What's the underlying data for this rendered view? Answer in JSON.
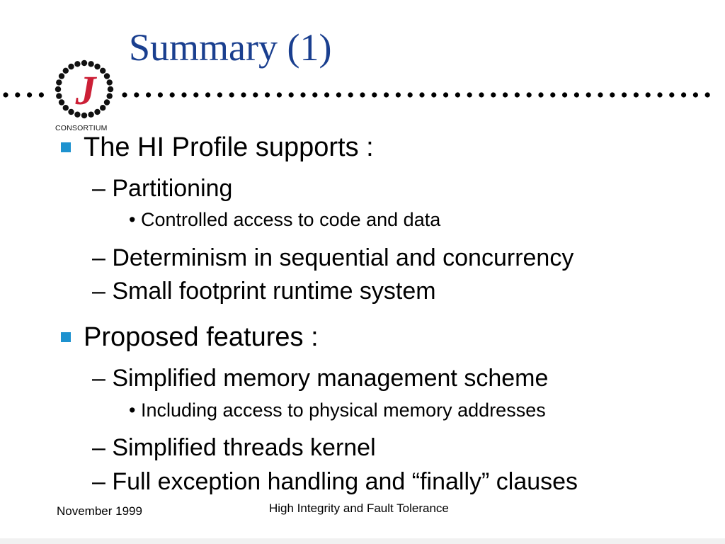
{
  "slide": {
    "title": "Summary (1)",
    "logo": {
      "text": "CONSORTIUM",
      "letter": "J"
    },
    "colors": {
      "title": "#1a3f8f",
      "bullet": "#1e92cf",
      "logo_mark": "#cc1f36",
      "dots": "#000000"
    },
    "items": [
      {
        "text": "The HI Profile supports :",
        "sub": [
          {
            "text": "– Partitioning",
            "sub": [
              "• Controlled access to code and data"
            ]
          },
          {
            "text": "– Determinism in sequential and concurrency",
            "sub": []
          },
          {
            "text": "– Small footprint runtime system",
            "sub": []
          }
        ]
      },
      {
        "text": "Proposed features :",
        "sub": [
          {
            "text": "– Simplified memory management scheme",
            "sub": [
              "• Including access to physical memory addresses"
            ]
          },
          {
            "text": "– Simplified threads kernel",
            "sub": []
          },
          {
            "text": "– Full exception handling and “finally” clauses",
            "sub": []
          }
        ]
      }
    ],
    "footer": {
      "date": "November 1999",
      "center": "High Integrity and Fault Tolerance"
    }
  }
}
